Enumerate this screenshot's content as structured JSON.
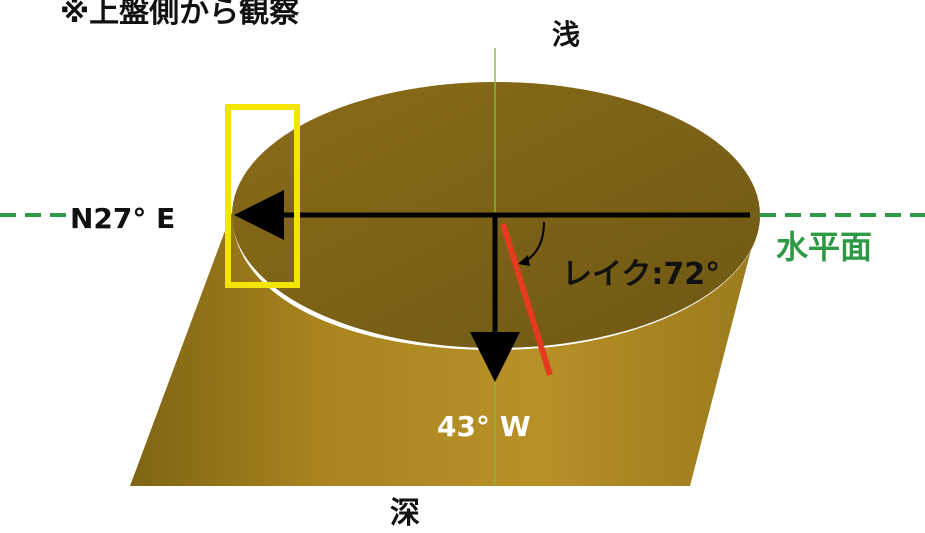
{
  "title": "※上盤側から観察",
  "labels": {
    "shallow": "浅",
    "deep": "深",
    "strike": "N27°  E",
    "dip": "43°  W",
    "rake": "レイク:72°",
    "horizontal_plane": "水平面"
  },
  "colors": {
    "cylinder_body": "#b08a22",
    "cylinder_top": "#7a6218",
    "strike_arrow": "#000000",
    "dip_arrow": "#000000",
    "rake_line": "#e53a1e",
    "horizontal_dashes": "#2f9a45",
    "highlight_box": "#f2e600",
    "axis_line": "#86b843",
    "text_dark": "#111111",
    "text_light": "#ffffff",
    "text_green": "#2f9a45"
  }
}
